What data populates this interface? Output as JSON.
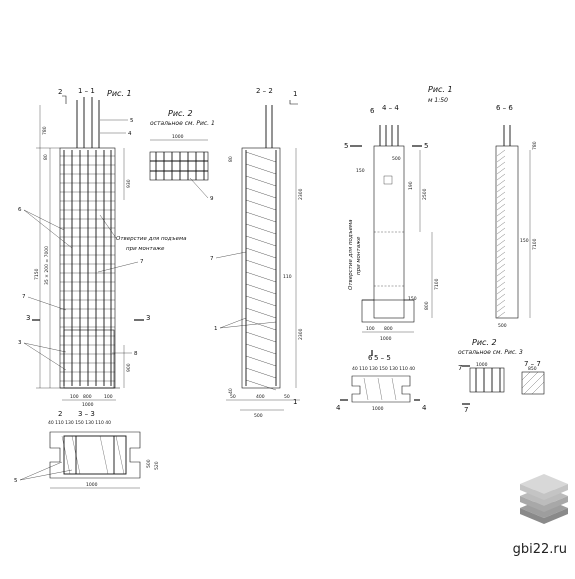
{
  "figures": {
    "ris1_left": "Рис. 1",
    "ris2_top": "Рис. 2",
    "ris2_top_note": "остальное см. Рис. 1",
    "ris1_right": "Рис. 1",
    "ris1_right_scale": "м 1:50",
    "ris2_right": "Рис. 2",
    "ris2_right_note": "остальное см. Рис. 3"
  },
  "sections": {
    "s11": "1 – 1",
    "s22": "2 – 2",
    "s33": "3 – 3",
    "s44": "4 – 4",
    "s55": "5 – 5",
    "s66": "6 – 6",
    "s77": "7 – 7"
  },
  "notes": {
    "hole_left": "Отверстие для подъема",
    "hole_left_2": "при монтаже",
    "hole_right": "Отверстие для подъема",
    "hole_right_2": "при монтаже"
  },
  "dims": {
    "d1000a": "1000",
    "d1000b": "1000",
    "d1000c": "1000",
    "d1000d": "1000",
    "d1000e": "1000",
    "d500a": "500",
    "d500b": "500",
    "d500c": "500",
    "d500d": "500",
    "d400": "400",
    "d800a": "800",
    "d800b": "800",
    "d100a": "100",
    "d100b": "100",
    "d50a": "50",
    "d50b": "50",
    "d2300a": "2300",
    "d2300b": "2300",
    "d2500": "2500",
    "d7100a": "7100",
    "d7100b": "7100",
    "d7150": "7150",
    "d5x2004": "35 × 200 = 7000",
    "d930": "930",
    "d900": "900",
    "d190": "190",
    "d780": "780",
    "d150a": "150",
    "d150b": "150",
    "d110": "110",
    "d80": "80",
    "d850": "850",
    "d520": "520",
    "d40a": "40",
    "d40b": "40",
    "d3_3": "40  110 130 150 130 110  40"
  },
  "marks": {
    "m1": "1",
    "m2": "2",
    "m3": "3",
    "m4": "4",
    "m5": "5",
    "m6": "6",
    "m7": "7",
    "m8": "8",
    "m9": "9",
    "c1": "1",
    "c2": "2",
    "c2b": "2",
    "c3": "3",
    "c3b": "3",
    "c4": "4",
    "c4b": "4",
    "c5": "5",
    "c5b": "5",
    "c6": "6",
    "c6b": "6",
    "c7": "7",
    "c7b": "7",
    "c1r": "1"
  },
  "watermark": "gbi22.ru",
  "colors": {
    "ink": "#111111",
    "logo_top": "#d8d8d8",
    "logo_mid": "#bcbcbc",
    "logo_bot": "#9e9e9e"
  }
}
